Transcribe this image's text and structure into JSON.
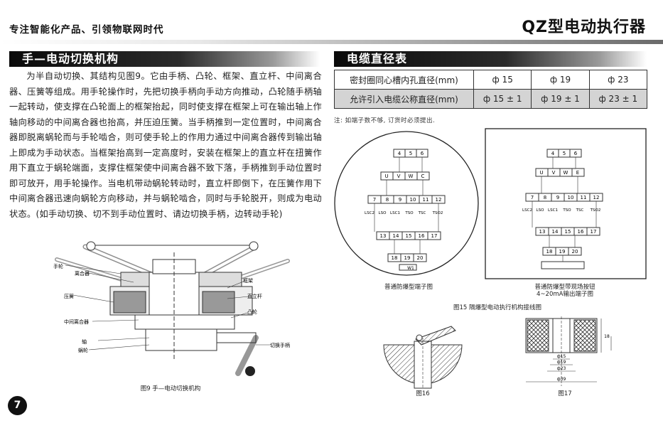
{
  "header": {
    "tagline": "专注智能化产品、引领物联网时代",
    "product_title": "QZ型电动执行器"
  },
  "left_section": {
    "title": "手—电动切换机构",
    "paragraph": "为半自动切换、其结构见图9。它由手柄、凸轮、框架、直立杆、中间离合器、压簧等组成。用手轮操作时，先把切换手柄向手动方向推动，凸轮随手柄轴一起转动，使支撑在凸轮面上的框架抬起，同时使支撑在框架上可在输出轴上作轴向移动的中间离合器也抬高，并压迫压簧。当手柄推到一定位置时，中间离合器即脱离蜗轮而与手轮啮合，则可使手轮上的作用力通过中间离合器传到输出轴上即成为手动状态。当框架抬高到一定高度时，安装在框架上的直立杆在扭簧作用下直立于蜗轮端面，支撑住框架使中间离合器不致下落，手柄推到手动位置时即可放开，用手轮操作。当电机带动蜗轮转动时，直立杆即倒下，在压簧作用下中间离合器迅速向蜗轮方向移动，并与蜗轮啮合，同时与手轮脱开，则成为电动状态。(如手动切换、切不到手动位置时、请边切换手柄，边转动手轮)",
    "figure_caption": "图9  手—电动切换机构",
    "labels": {
      "handwheel": "手轮",
      "clutch_top": "离合器",
      "spring": "压簧",
      "frame": "框架",
      "upright": "直立杆",
      "cam": "凸轮",
      "mid_clutch": "中间离合器",
      "shaft": "轴",
      "worm": "蜗轮",
      "handle": "切换手柄"
    }
  },
  "right_section": {
    "title": "电缆直径表",
    "table": {
      "rows": [
        {
          "header": "密封圈同心槽内孔直径(mm)",
          "cells": [
            "ф 15",
            "ф 19",
            "ф 23"
          ]
        },
        {
          "header": "允许引入电缆公称直径(mm)",
          "cells": [
            "ф 15 ± 1",
            "ф 19 ± 1",
            "ф 23 ± 1"
          ]
        }
      ]
    },
    "note": "注: 如端子数不够, 订货时必须提出.",
    "terminal_left_caption": "普通防爆型端子图",
    "terminal_right_caption_line1": "普通防爆型带现场按钮",
    "terminal_right_caption_line2": "4~20mA输出端子图",
    "fig15_caption": "图15  隔爆型电动执行机构接线图",
    "fig16_caption": "图16",
    "fig17_caption": "图17",
    "terminals": {
      "row_456": [
        "4",
        "5",
        "6"
      ],
      "row_uvwe": [
        "U",
        "V",
        "W",
        "C"
      ],
      "row_uvwe_right": [
        "U",
        "V",
        "W",
        "E"
      ],
      "row_7_12": [
        "7",
        "8",
        "9",
        "10",
        "11",
        "12"
      ],
      "row_13_17": [
        "13",
        "14",
        "15",
        "16",
        "17"
      ],
      "row_18_20": [
        "18",
        "19",
        "20"
      ],
      "lsc_labels": [
        "LSC2",
        "LSO",
        "LSC1",
        "TSO",
        "TSC",
        "TSO2"
      ],
      "w1": "W1",
      "dims": [
        "ф15",
        "ф19",
        "ф23",
        "ф39"
      ],
      "dim_h": "18"
    }
  }
}
